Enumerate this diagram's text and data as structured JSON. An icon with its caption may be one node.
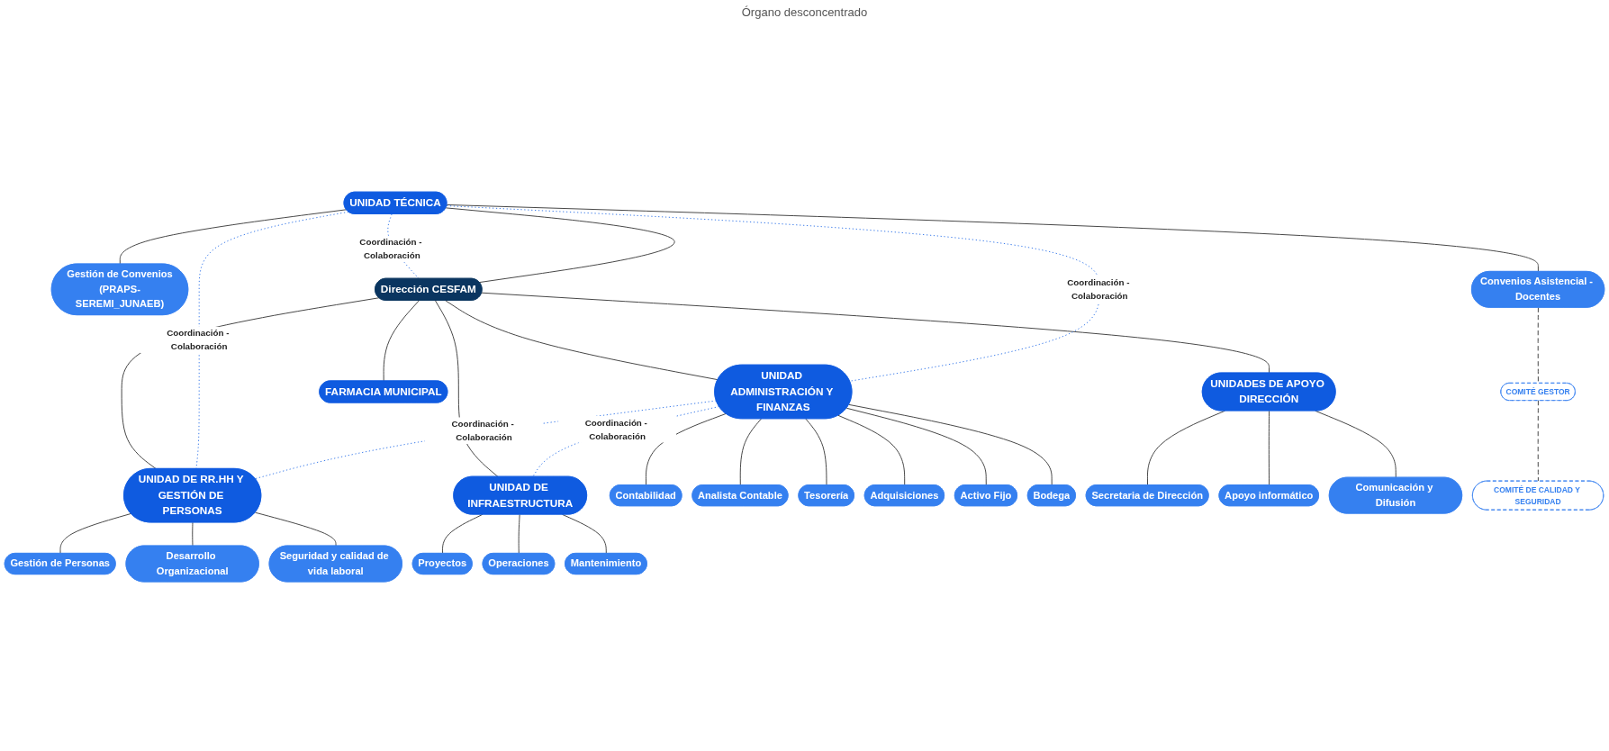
{
  "diagram": {
    "nodes": [
      {
        "text": [
          "UNIDAD TÉCNICA"
        ]
      },
      {
        "text": [
          "UNIDAD ADMINISTRACIÓN Y FINANZAS"
        ]
      },
      {
        "text": [
          "UNIDAD DE RR.HH Y GESTIÓN DE PERSONAS"
        ]
      },
      {
        "text": [
          "UNIDAD DE INFRAESTRUCTURA"
        ]
      },
      {
        "text": [
          "UNIDADES DE APOYO DIRECCIÓN"
        ]
      },
      {
        "text": [
          "Gestión de Convenios",
          "(PRAPS-SEREMI_JUNAEB)"
        ]
      },
      {
        "text": [
          "Convenios Asistencial - Docentes"
        ]
      },
      {
        "text": [
          "Contabilidad"
        ]
      },
      {
        "text": [
          "Analista Contable"
        ]
      },
      {
        "text": [
          "Tesorería"
        ]
      },
      {
        "text": [
          "Adquisiciones"
        ]
      },
      {
        "text": [
          "Activo Fijo"
        ]
      },
      {
        "text": [
          "Bodega"
        ]
      },
      {
        "text": [
          "Gestión de Personas"
        ]
      },
      {
        "text": [
          "Desarrollo Organizacional"
        ]
      },
      {
        "text": [
          "Seguridad y calidad de vida laboral"
        ]
      },
      {
        "text": [
          "FARMACIA MUNICIPAL"
        ]
      },
      {
        "text": [
          "Proyectos"
        ]
      },
      {
        "text": [
          "Operaciones"
        ]
      },
      {
        "text": [
          "Mantenimiento"
        ]
      },
      {
        "text": [
          "Secretaria de Dirección"
        ]
      },
      {
        "text": [
          "Apoyo informático"
        ]
      },
      {
        "text": [
          "Comunicación y Difusión"
        ]
      },
      {
        "text": [
          "COMITÉ GESTOR"
        ]
      },
      {
        "text": [
          "COMITÉ DE CALIDAD Y SEGURIDAD"
        ]
      },
      {
        "text": [
          "Dirección CESFAM"
        ]
      }
    ],
    "edges": [
      {
        "from": 25,
        "to": 0,
        "arrow": "none"
      },
      {
        "from": 25,
        "to": 1,
        "arrow": "none"
      },
      {
        "from": 25,
        "to": 2,
        "arrow": "none"
      },
      {
        "from": 25,
        "to": 3,
        "arrow": "none"
      },
      {
        "from": 25,
        "to": 4,
        "arrow": "none"
      },
      {
        "from": 25,
        "to": 16,
        "arrow": "none"
      },
      {
        "from": 0,
        "to": 5,
        "arrow": "none"
      },
      {
        "from": 0,
        "to": 6,
        "arrow": "none"
      },
      {
        "from": 1,
        "to": 7,
        "arrow": "none"
      },
      {
        "from": 1,
        "to": 8,
        "arrow": "none"
      },
      {
        "from": 1,
        "to": 9,
        "arrow": "none"
      },
      {
        "from": 1,
        "to": 10,
        "arrow": "none"
      },
      {
        "from": 1,
        "to": 11,
        "arrow": "none"
      },
      {
        "from": 1,
        "to": 12,
        "arrow": "none"
      },
      {
        "from": 2,
        "to": 13,
        "arrow": "none"
      },
      {
        "from": 2,
        "to": 14,
        "arrow": "none"
      },
      {
        "from": 2,
        "to": 15,
        "arrow": "none"
      },
      {
        "from": 3,
        "to": 17,
        "arrow": "none"
      },
      {
        "from": 3,
        "to": 18,
        "arrow": "none"
      },
      {
        "from": 3,
        "to": 19,
        "arrow": "none"
      },
      {
        "from": 4,
        "to": 20,
        "arrow": "none"
      },
      {
        "from": 4,
        "to": 21,
        "arrow": "none"
      },
      {
        "from": 4,
        "to": 22,
        "arrow": "none"
      },
      {
        "from": 6,
        "to": 23,
        "arrow": "none",
        "style": "dashed"
      },
      {
        "from": 23,
        "to": 24,
        "arrow": "none",
        "style": "dashed"
      },
      {
        "from": 0,
        "to": 2,
        "arrow": "none",
        "label": "Coordinación - Colaboración",
        "style": "dashed",
        "color": "#3b7bea"
      },
      {
        "from": 0,
        "to": 1,
        "arrow": "none",
        "label": "Coordinación - Colaboración",
        "style": "dashed",
        "color": "#3b7bea"
      },
      {
        "from": 1,
        "to": 2,
        "arrow": "none",
        "label": "Coordinación - Colaboración",
        "style": "dashed",
        "color": "#3b7bea"
      },
      {
        "from": 1,
        "to": 3,
        "arrow": "none",
        "label": "Coordinación - Colaboración",
        "style": "dashed",
        "color": "#3b7bea"
      },
      {
        "from": 0,
        "to": 25,
        "arrow": "none",
        "label": "Coordinación - Colaboración",
        "style": "dashed",
        "color": "#3b7bea"
      }
    ],
    "labels": [
      "Órgano desconcentrado"
    ]
  }
}
